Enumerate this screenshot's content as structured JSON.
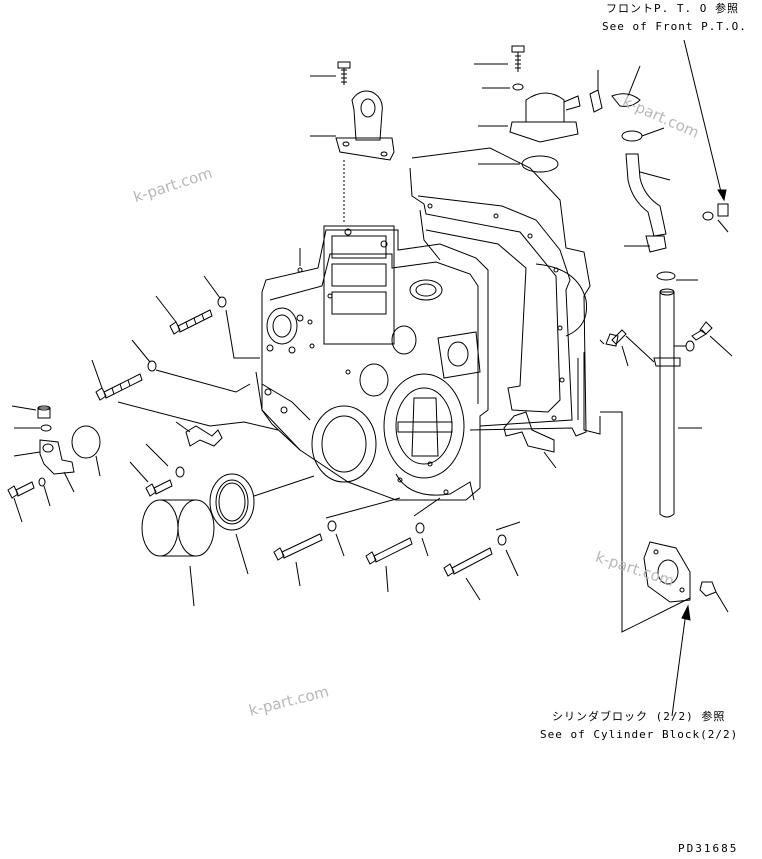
{
  "callouts": {
    "front_pto_jp": "フロントP. T. O 参照",
    "front_pto_en": "See of Front P.T.O.",
    "cyl_block_jp": "シリンダブロック (2/2) 参照",
    "cyl_block_en": "See of Cylinder Block(2/2)"
  },
  "watermarks": [
    "k-part.com",
    "k-part.com",
    "k-part.com",
    "k-part.com"
  ],
  "drawing_id": "PD31685",
  "colors": {
    "line": "#000000",
    "watermark": "#b8b8b8",
    "background": "#ffffff"
  }
}
